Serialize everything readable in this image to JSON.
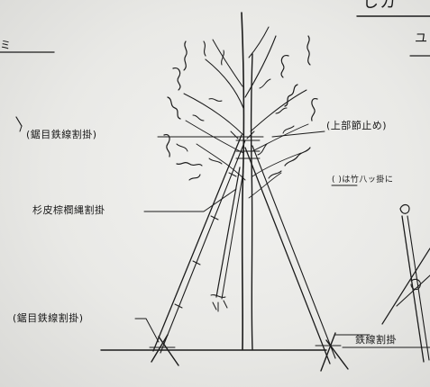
{
  "labels": {
    "title_fragment": "しカ",
    "title_sub": "ユ",
    "left_top_mark": "ミ",
    "label_wire_upper": "(鋸目鉄線割掛)",
    "label_top_stop": "(上部節止め)",
    "label_bark_rope": "杉皮棕櫚縄割掛",
    "label_bamboo_note": "( )は竹八ッ掛に",
    "label_wire_lower": "(鋸目鉄線割掛)",
    "label_wire_right": "鉄線割掛"
  }
}
